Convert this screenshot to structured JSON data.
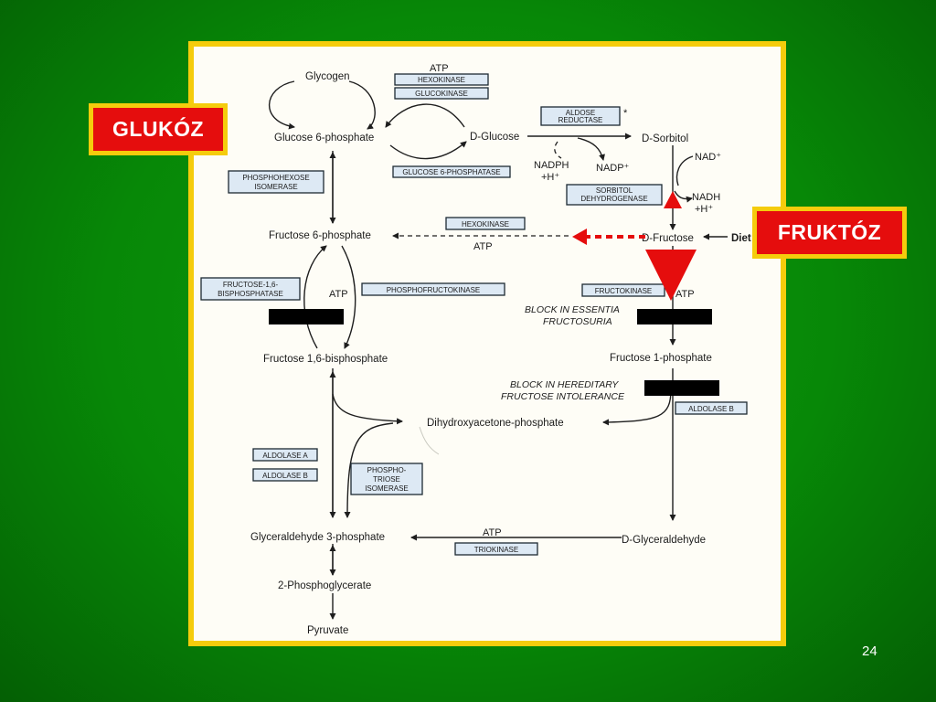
{
  "slide": {
    "page_number": "24",
    "colors": {
      "background": "#078807",
      "frame": "#f5cc0c",
      "callout": "#e50d0d",
      "highlight_arrow": "#e50d0d"
    }
  },
  "callouts": {
    "glukoz": "GLUKÓZ",
    "fruktoz": "FRUKTÓZ"
  },
  "diagram": {
    "nodes": {
      "glycogen": "Glycogen",
      "glucose6p": "Glucose 6-phosphate",
      "dglucose": "D-Glucose",
      "dsorbitol": "D-Sorbitol",
      "fructose6p": "Fructose 6-phosphate",
      "dfructose": "D-Fructose",
      "diet": "Diet",
      "fructose16bp": "Fructose 1,6-bisphosphate",
      "fructose1p": "Fructose 1-phosphate",
      "dhap": "Dihydroxyacetone-phosphate",
      "gap": "Glyceraldehyde 3-phosphate",
      "dglyceraldehyde": "D-Glyceraldehyde",
      "pg2": "2-Phosphoglycerate",
      "pyruvate": "Pyruvate"
    },
    "enzymes": {
      "hexokinase_top": "HEXOKINASE",
      "glucokinase": "GLUCOKINASE",
      "aldose_reductase": [
        "ALDOSE",
        "REDUCTASE"
      ],
      "glucose6phosphatase": "GLUCOSE 6-PHOSPHATASE",
      "phosphohexose_isomerase": [
        "PHOSPHOHEXOSE",
        "ISOMERASE"
      ],
      "sorbitol_dehydrogenase": [
        "SORBITOL",
        "DEHYDROGENASE"
      ],
      "hexokinase_mid": "HEXOKINASE",
      "fructose16bisphosphatase": [
        "FRUCTOSE-1,6-",
        "BISPHOSPHATASE"
      ],
      "phosphofructokinase": "PHOSPHOFRUCTOKINASE",
      "fructokinase": "FRUCTOKINASE",
      "aldolase_b_right": "ALDOLASE B",
      "aldolase_a": "ALDOLASE A",
      "aldolase_b_left": "ALDOLASE B",
      "phosphotriose_isomerase": [
        "PHOSPHO-",
        "TRIOSE",
        "ISOMERASE"
      ],
      "triokinase": "TRIOKINASE"
    },
    "cofactors": {
      "atp_top": "ATP",
      "asterisk": "*",
      "nadph": "NADPH",
      "h_plus_left": "+H⁺",
      "nadp": "NADP⁺",
      "nad": "NAD⁺",
      "nadh": "NADH",
      "h_plus_right": "+H⁺",
      "atp_hexokinase": "ATP",
      "atp_pfk": "ATP",
      "atp_fructokinase": "ATP",
      "atp_triokinase": "ATP"
    },
    "notes": {
      "essential_fructosuria": [
        "BLOCK IN ESSENTIA",
        "FRUCTOSURIA"
      ],
      "hereditary_intolerance": [
        "BLOCK IN HEREDITARY",
        "FRUCTOSE INTOLERANCE"
      ]
    }
  }
}
